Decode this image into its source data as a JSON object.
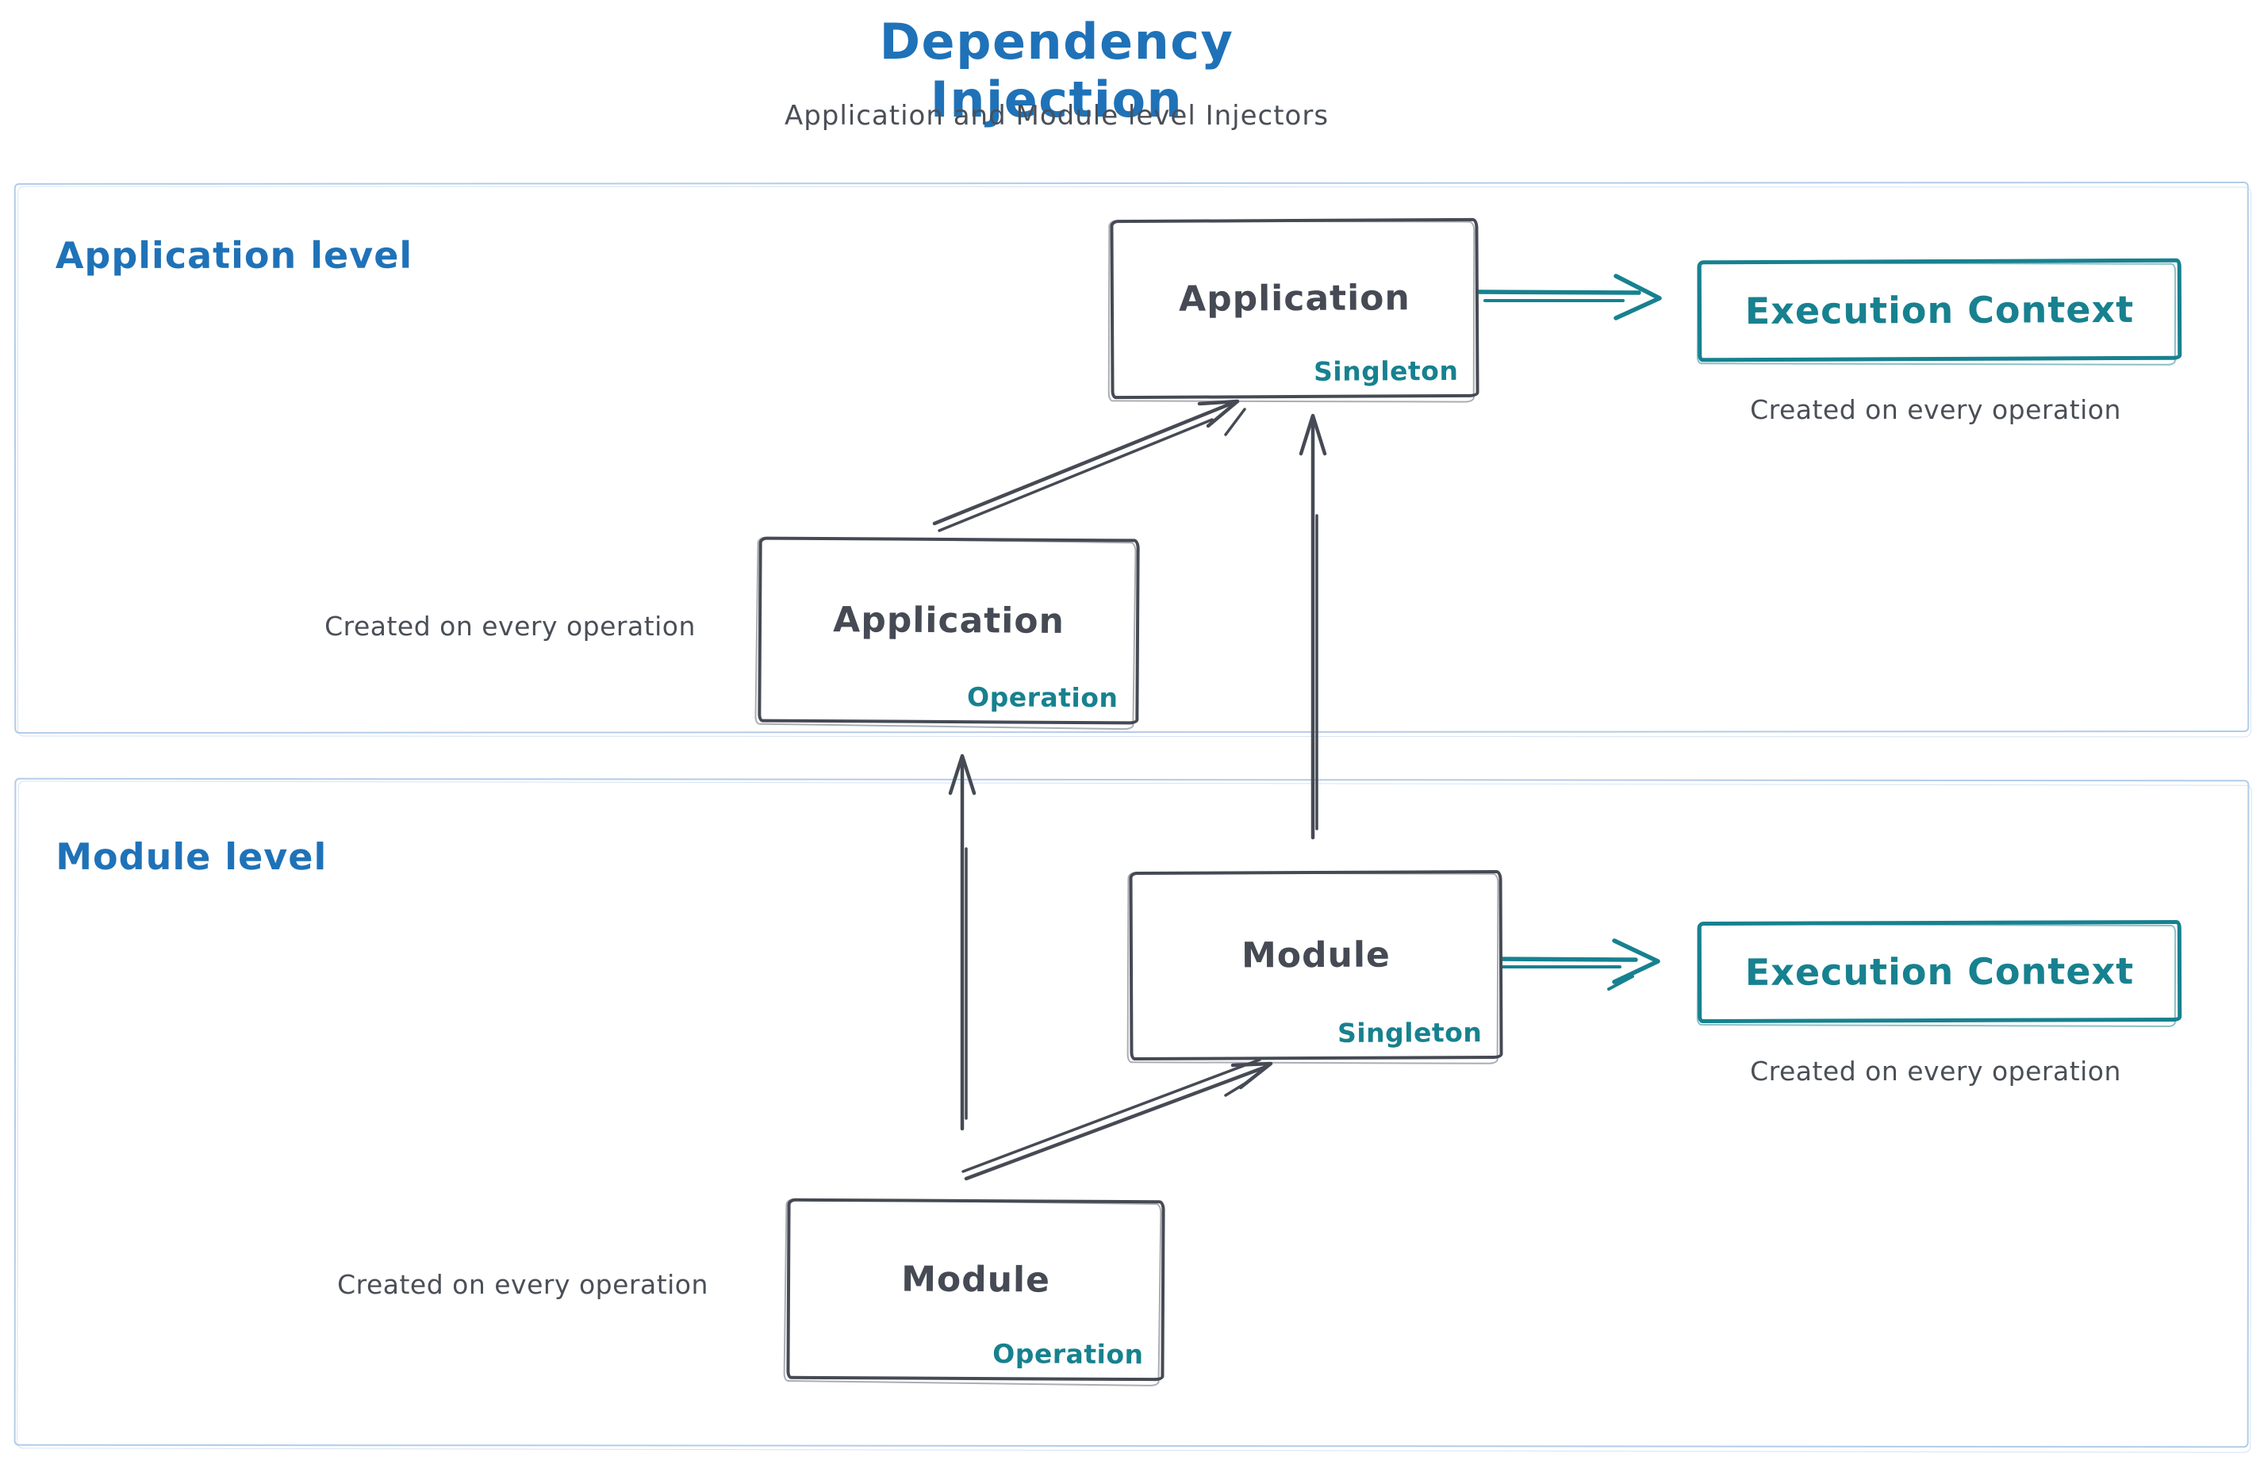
{
  "header": {
    "title": "Dependency Injection",
    "subtitle": "Application and Module level Injectors"
  },
  "colors": {
    "heading_blue": "#1f72b8",
    "ink_dark": "#454a54",
    "scope_teal": "#17818f",
    "container_border_blue": "#b3cce9",
    "background": "#ffffff"
  },
  "application_level": {
    "label": "Application level",
    "singleton_box": {
      "title": "Application",
      "scope": "Singleton"
    },
    "operation_box": {
      "title": "Application",
      "scope": "Operation"
    },
    "operation_caption": "Created on every operation",
    "execution_context": {
      "title": "Execution Context",
      "caption": "Created on every operation"
    }
  },
  "module_level": {
    "label": "Module level",
    "singleton_box": {
      "title": "Module",
      "scope": "Singleton"
    },
    "operation_box": {
      "title": "Module",
      "scope": "Operation"
    },
    "operation_caption": "Created on every operation",
    "execution_context": {
      "title": "Execution Context",
      "caption": "Created on every operation"
    }
  },
  "arrows": [
    {
      "name": "app-operation-to-app-singleton",
      "color": "#454a54"
    },
    {
      "name": "app-singleton-to-execution-context",
      "color": "#17818f"
    },
    {
      "name": "module-singleton-to-app-singleton",
      "color": "#454a54"
    },
    {
      "name": "module-operation-to-app-operation",
      "color": "#454a54"
    },
    {
      "name": "module-operation-to-module-singleton",
      "color": "#454a54"
    },
    {
      "name": "module-singleton-to-execution-context",
      "color": "#17818f"
    }
  ]
}
